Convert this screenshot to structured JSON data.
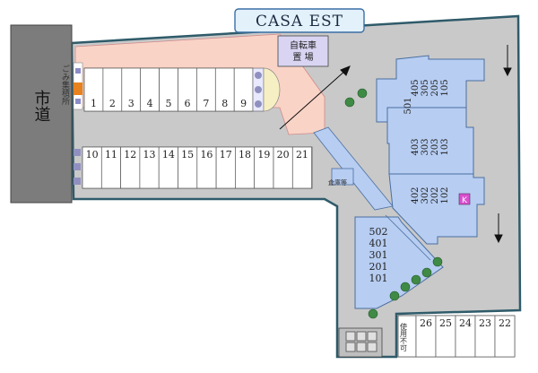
{
  "title": "CASA EST",
  "road_label": "市道",
  "garbage_label": "ごみ集積所",
  "bicycle_label_1": "自転車",
  "bicycle_label_2": "置 場",
  "storage_label": "倉庫等",
  "k_marker": "K",
  "unusable_label": "使用不可",
  "parking_row_top": [
    "1",
    "2",
    "3",
    "4",
    "5",
    "6",
    "7",
    "8",
    "9"
  ],
  "parking_row_middle": [
    "10",
    "11",
    "12",
    "13",
    "14",
    "15",
    "16",
    "17",
    "18",
    "19",
    "20",
    "21"
  ],
  "parking_row_bottom": [
    "26",
    "25",
    "24",
    "23",
    "22"
  ],
  "building_units": {
    "upper_right": [
      "405",
      "305",
      "205",
      "105"
    ],
    "upper_left": "501",
    "middle": [
      "403",
      "303",
      "203",
      "103"
    ],
    "lower": [
      "402",
      "302",
      "202",
      "102"
    ],
    "southwest": [
      "502",
      "401",
      "301",
      "201",
      "101"
    ]
  },
  "colors": {
    "site_gray": "#c9c9c9",
    "building_blue": "#b7cdf2",
    "building_outline": "#4a6fa0",
    "plaza_pink": "#f9d3c6",
    "road_gray": "#7c7c7c",
    "bike_lavender": "#d8d4f2",
    "marker_magenta": "#d94fd0",
    "garbage_orange": "#e8821e"
  }
}
